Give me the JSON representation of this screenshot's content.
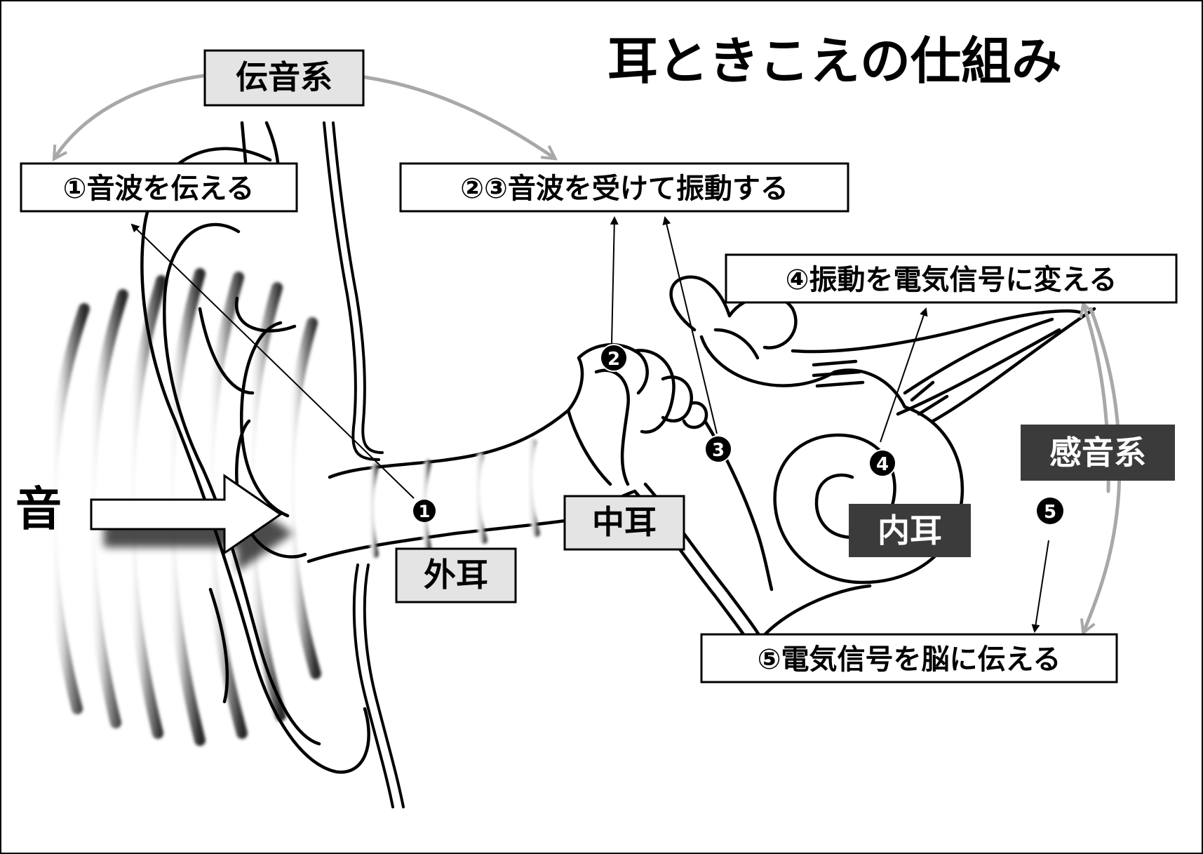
{
  "title": "耳ときこえの仕組み",
  "sound_label": "音",
  "groups": {
    "conductive": "伝音系",
    "sensorineural": "感音系"
  },
  "regions": {
    "outer": "外耳",
    "middle": "中耳",
    "inner": "内耳"
  },
  "steps": [
    {
      "marker": "1",
      "text": "①音波を伝える"
    },
    {
      "marker": "2",
      "text": "②③音波を受けて振動する"
    },
    {
      "marker": "3",
      "text": ""
    },
    {
      "marker": "4",
      "text": "④振動を電気信号に変える"
    },
    {
      "marker": "5",
      "text": "⑤電気信号を脳に伝える"
    }
  ],
  "colors": {
    "line": "#000000",
    "gray_arrow": "#a8a8a8",
    "light_box": "#e4e4e4",
    "dark_box": "#3b3b3b"
  }
}
